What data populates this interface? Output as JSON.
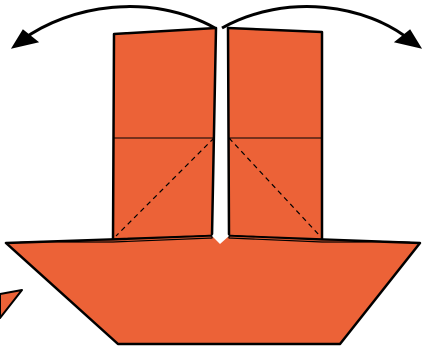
{
  "diagram": {
    "type": "origami-folding-step",
    "description_elements": [
      "left-flap",
      "right-flap",
      "boat-hull",
      "left-fold-arrow",
      "right-fold-arrow"
    ]
  },
  "colors": {
    "paper": "#EC6237",
    "outline": "#000000",
    "background": "#FFFFFF"
  },
  "icons": {
    "left_arrow": "curved-arrow-left-icon",
    "right_arrow": "curved-arrow-right-icon"
  }
}
